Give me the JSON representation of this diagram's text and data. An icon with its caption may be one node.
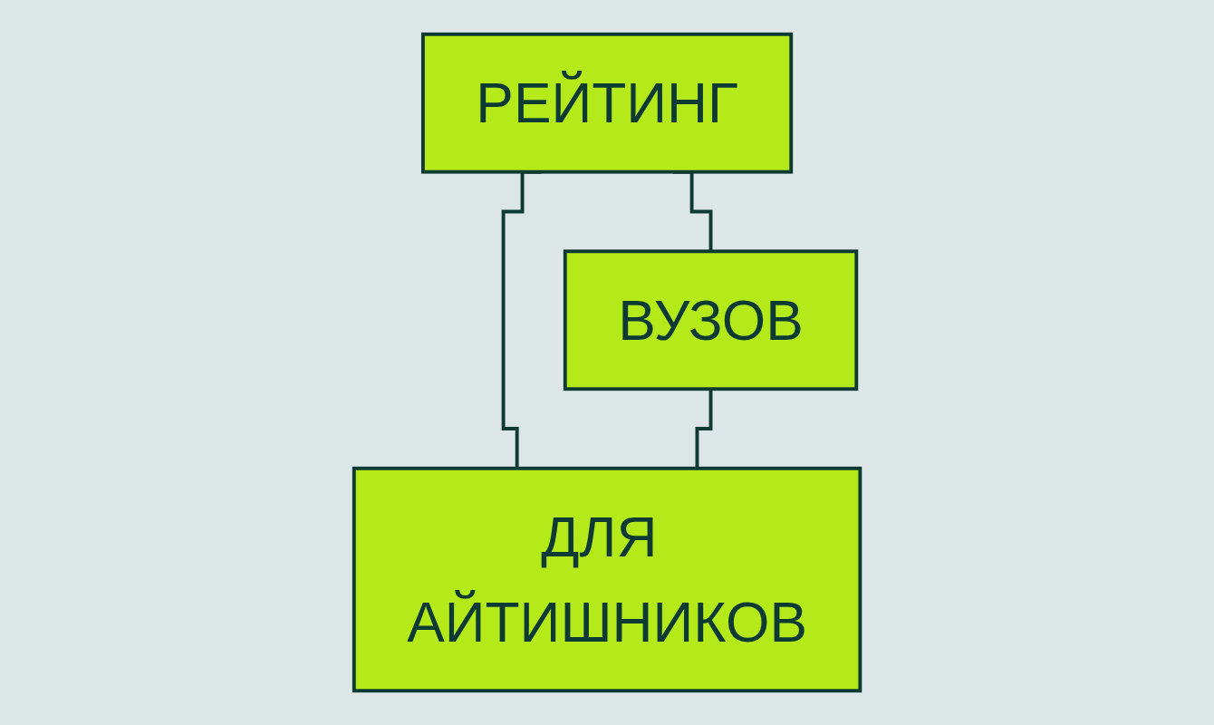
{
  "diagram": {
    "nodes": [
      {
        "text": [
          "РЕЙТИНГ"
        ]
      },
      {
        "text": [
          "ВУЗОВ"
        ]
      },
      {
        "text": [
          "ДЛЯ АЙТИШНИКОВ"
        ]
      }
    ],
    "edges": [
      {
        "from": 0,
        "to": 1,
        "arrow": "none"
      },
      {
        "from": 0,
        "to": 2,
        "arrow": "none"
      },
      {
        "from": 1,
        "to": 2,
        "arrow": "none"
      }
    ]
  }
}
